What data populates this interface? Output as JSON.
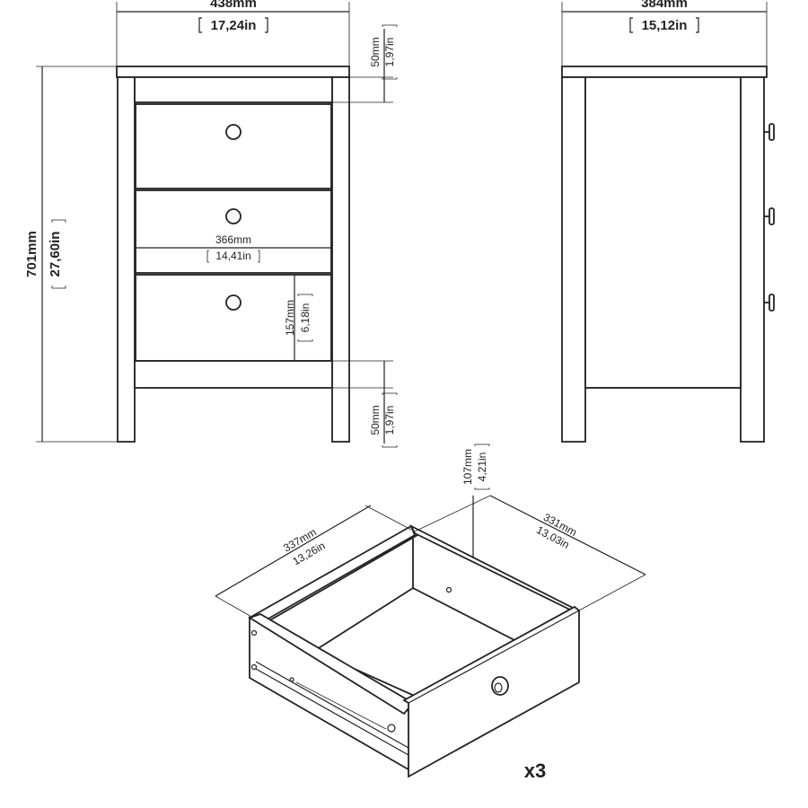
{
  "front": {
    "width_mm": "438mm",
    "width_in": "17,24in",
    "height_mm": "701mm",
    "height_in": "27,60in",
    "top_gap_mm": "50mm",
    "top_gap_in": "1,97in",
    "bottom_gap_mm": "50mm",
    "bottom_gap_in": "1,97in",
    "inner_width_mm": "366mm",
    "inner_width_in": "14,41in",
    "drawer_height_mm": "157mm",
    "drawer_height_in": "6,18in"
  },
  "side": {
    "depth_mm": "384mm",
    "depth_in": "15,12in"
  },
  "drawer": {
    "width_mm": "337mm",
    "width_in": "13,26in",
    "depth_mm": "331mm",
    "depth_in": "13,03in",
    "height_mm": "107mm",
    "height_in": "4,21in",
    "quantity": "x3"
  }
}
